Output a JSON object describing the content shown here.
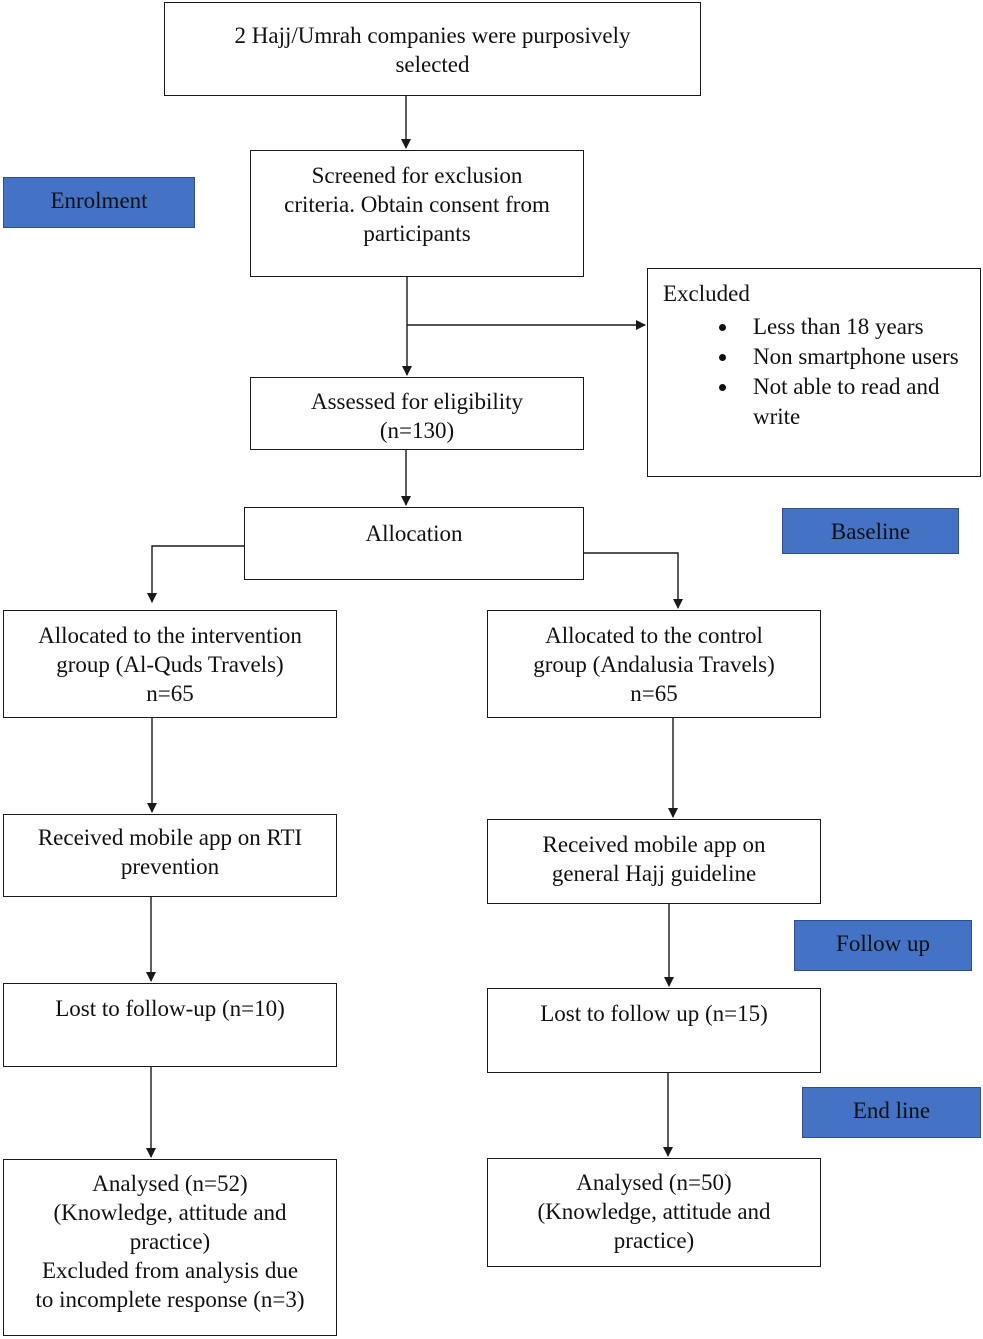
{
  "boxes": {
    "companies": [
      "2 Hajj/Umrah companies were purposively",
      "selected"
    ],
    "screened": [
      "Screened for exclusion",
      "criteria. Obtain consent from",
      "participants"
    ],
    "excluded": {
      "title": "Excluded",
      "items": [
        "Less than 18 years",
        "Non smartphone users",
        "Not able to read and write"
      ]
    },
    "assessed": [
      "Assessed for eligibility",
      "(n=130)"
    ],
    "allocation": "Allocation",
    "intervention_allocated": [
      "Allocated to the intervention",
      "group (Al-Quds Travels)",
      "n=65"
    ],
    "control_allocated": [
      "Allocated to the control",
      "group (Andalusia Travels)",
      "n=65"
    ],
    "intervention_received": [
      "Received mobile app on RTI",
      "prevention"
    ],
    "control_received": [
      "Received mobile app on",
      "general Hajj guideline"
    ],
    "intervention_lost": "Lost to follow-up (n=10)",
    "control_lost": "Lost to follow up (n=15)",
    "intervention_analysed": [
      "Analysed (n=52)",
      "(Knowledge, attitude and",
      "practice)",
      "Excluded from analysis due",
      "to incomplete response (n=3)"
    ],
    "control_analysed": [
      "Analysed (n=50)",
      "(Knowledge, attitude and",
      "practice)"
    ]
  },
  "stages": {
    "enrolment": "Enrolment",
    "baseline": "Baseline",
    "follow_up": "Follow up",
    "end_line": "End line"
  },
  "colors": {
    "stage_fill": "#4472c4",
    "line": "#1a1a1a"
  }
}
